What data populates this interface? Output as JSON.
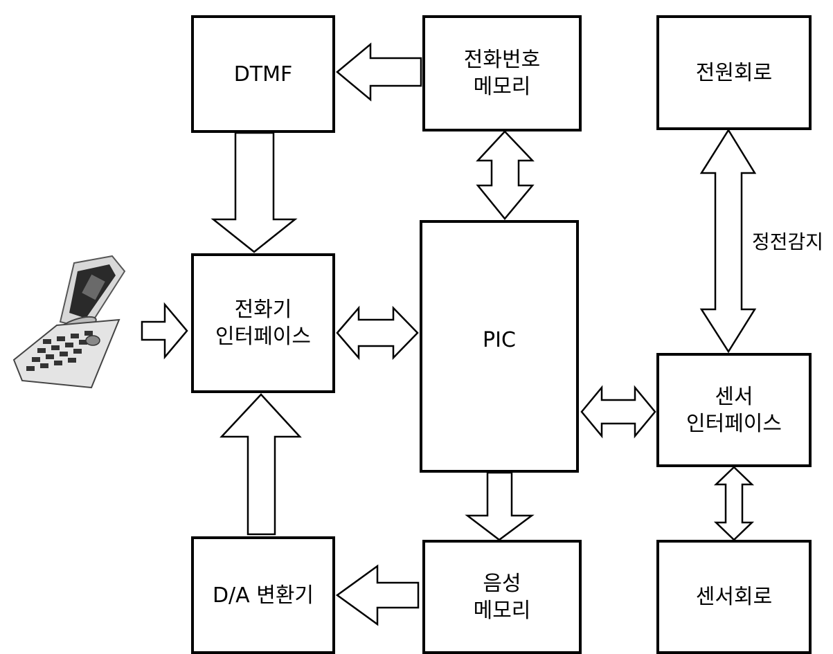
{
  "blocks": {
    "dtmf": {
      "lines": [
        "DTMF"
      ]
    },
    "phone_memory": {
      "lines": [
        "전화번호",
        "메모리"
      ]
    },
    "power_circuit": {
      "lines": [
        "전원회로"
      ]
    },
    "phone_interface": {
      "lines": [
        "전화기",
        "인터페이스"
      ]
    },
    "pic": {
      "lines": [
        "PIC"
      ]
    },
    "sensor_interface": {
      "lines": [
        "센서",
        "인터페이스"
      ]
    },
    "da_converter": {
      "lines": [
        "D/A 변환기"
      ]
    },
    "voice_memory": {
      "lines": [
        "음성",
        "메모리"
      ]
    },
    "sensor_circuit": {
      "lines": [
        "센서회로"
      ]
    }
  },
  "labels": {
    "power_detect": "정전감지"
  },
  "images": {
    "phone": "flip-phone-icon"
  }
}
